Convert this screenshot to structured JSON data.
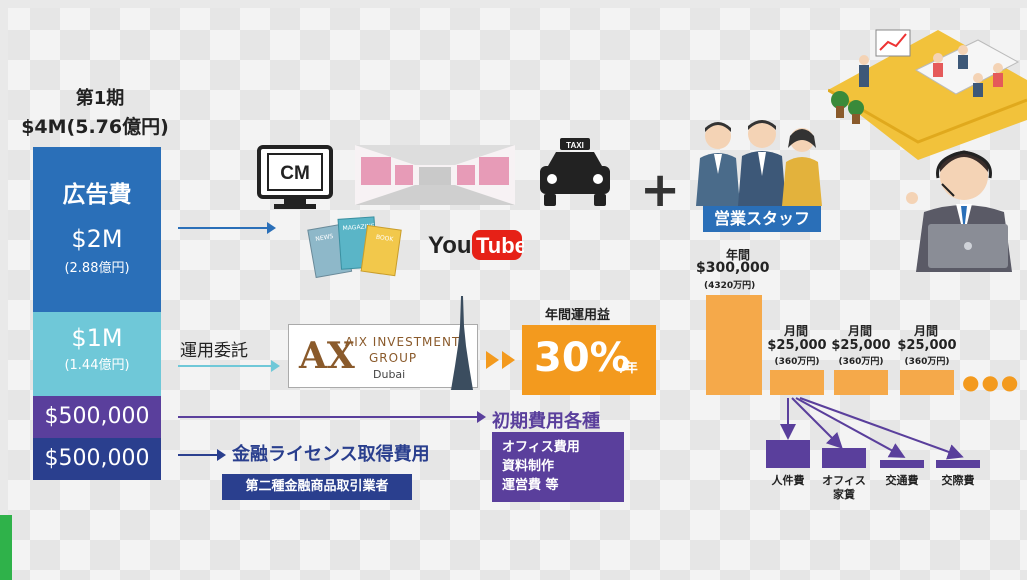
{
  "period": {
    "title": "第1期",
    "amount": "$4M(5.76億円)"
  },
  "blocks": {
    "advertising": {
      "label": "広告費",
      "amount": "$2M",
      "yen": "(2.88億円)"
    },
    "operation": {
      "amount": "$1M",
      "yen": "(1.44億円)"
    },
    "initial": {
      "amount": "$500,000"
    },
    "license": {
      "amount": "$500,000"
    }
  },
  "flows": {
    "consignment_label": "運用委託",
    "initial_costs_label": "初期費用各種",
    "initial_costs_items": [
      "オフィス費用",
      "資料制作",
      "運営費 等"
    ],
    "license_label": "金融ライセンス取得費用",
    "license_sub": "第二種金融商品取引業者"
  },
  "media": {
    "cm_label": "CM",
    "youtube_you": "You",
    "youtube_tube": "Tube",
    "taxi_label": "TAXI",
    "magazine_label": "MAGAZINE",
    "news_label": "NEWS",
    "book_label": "BOOK"
  },
  "aix": {
    "logo": "AX",
    "name_line1": "AIX INVESTMENT",
    "name_line2": "GROUP",
    "location": "Dubai"
  },
  "yield": {
    "label": "年間運用益",
    "value": "30%",
    "unit": "/年"
  },
  "plus": "+",
  "staff": {
    "label": "営業スタッフ",
    "annual": {
      "title": "年間",
      "amount": "$300,000",
      "note": "(4320万円)"
    },
    "monthly": [
      {
        "title": "月間",
        "amount": "$25,000",
        "note": "(360万円)"
      },
      {
        "title": "月間",
        "amount": "$25,000",
        "note": "(360万円)"
      },
      {
        "title": "月間",
        "amount": "$25,000",
        "note": "(360万円)"
      }
    ],
    "dots": "●●●",
    "expenses": [
      {
        "line1": "人件費",
        "line2": ""
      },
      {
        "line1": "オフィス",
        "line2": "家賃"
      },
      {
        "line1": "交通費",
        "line2": ""
      },
      {
        "line1": "交際費",
        "line2": ""
      }
    ]
  },
  "colors": {
    "ad_blue": "#2a6fb8",
    "operation_teal": "#6fc8d8",
    "initial_purple": "#5a3f9c",
    "license_navy": "#2a3f8e",
    "yield_orange": "#f39a1e",
    "bar_orange": "#f5a94a"
  }
}
